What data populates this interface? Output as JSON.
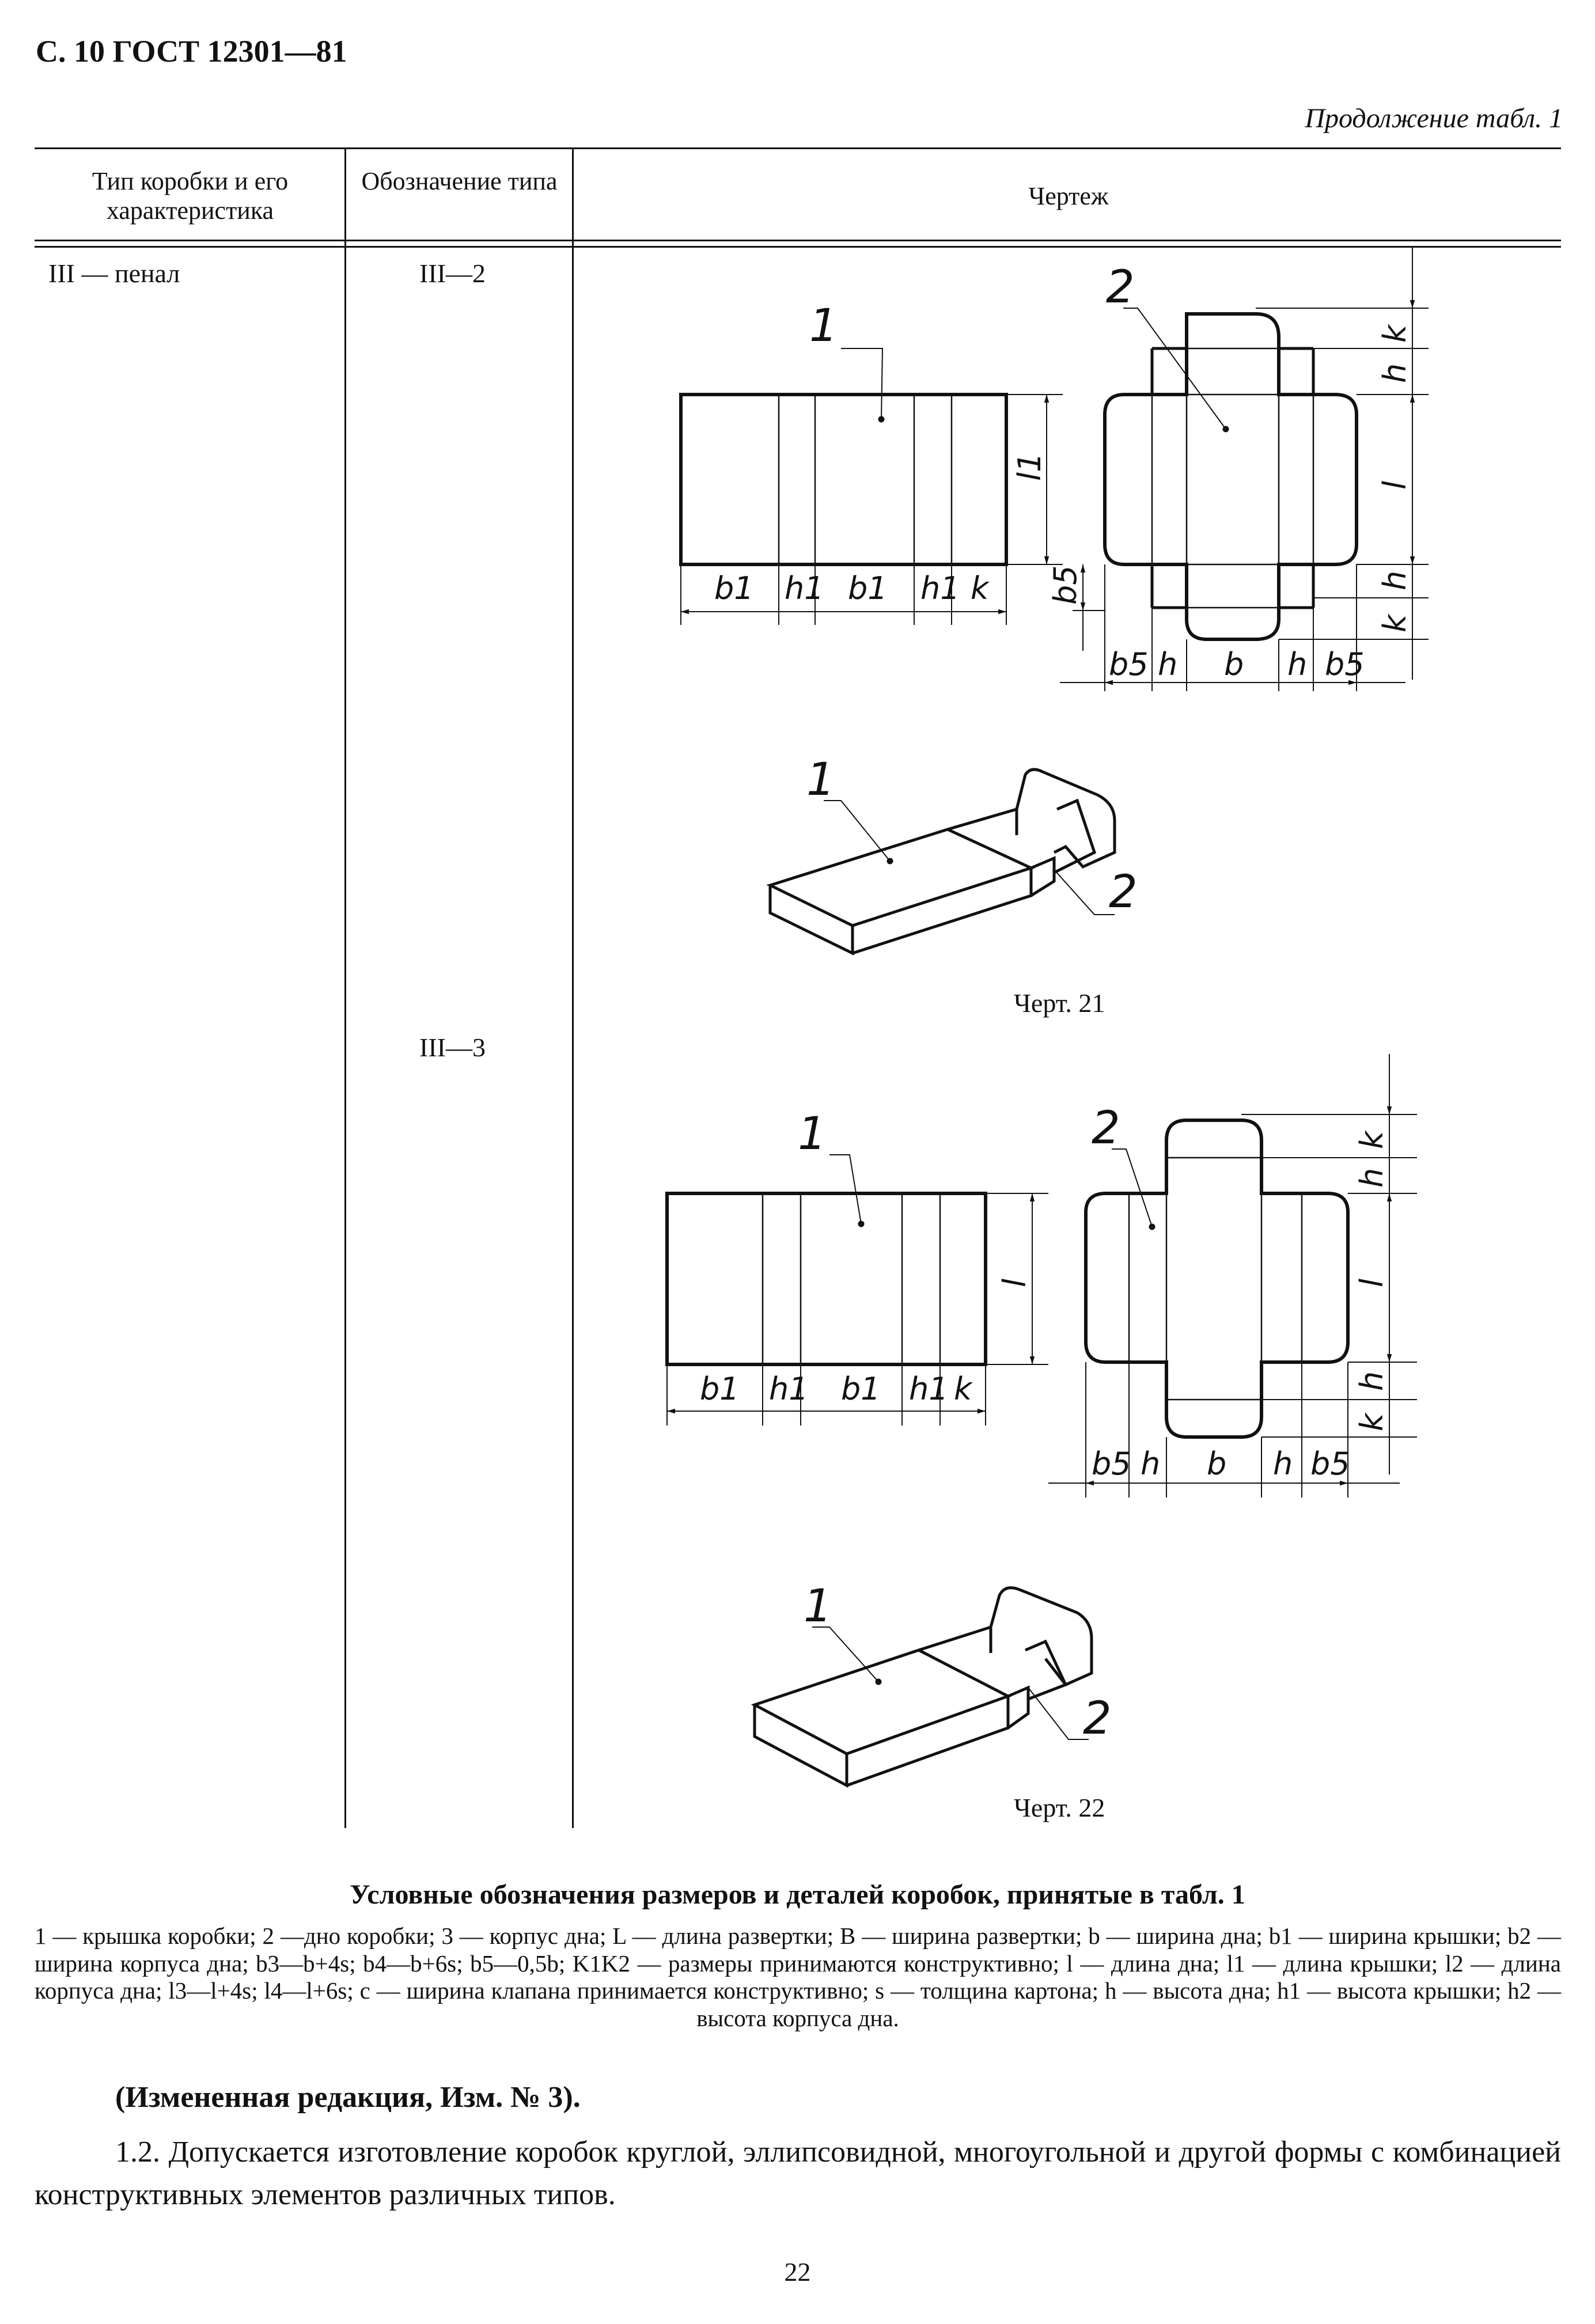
{
  "header": "С. 10 ГОСТ 12301—81",
  "continuation": "Продолжение табл. 1",
  "table": {
    "columns": [
      "Тип коробки и его характеристика",
      "Обозначение типа",
      "Чертеж"
    ],
    "row_type": "III — пенал",
    "designations": [
      "III—2",
      "III—3"
    ]
  },
  "drawings": [
    {
      "caption": "Черт. 21",
      "callouts": [
        "1",
        "2",
        "1",
        "2"
      ],
      "dim_labels_left": [
        "b1",
        "h1",
        "b1",
        "h1",
        "k",
        "l1",
        "b5"
      ],
      "dim_labels_right": [
        "b5",
        "h",
        "b",
        "h",
        "b5",
        "k",
        "h",
        "l",
        "h",
        "k"
      ]
    },
    {
      "caption": "Черт. 22",
      "callouts": [
        "1",
        "2",
        "1",
        "2"
      ],
      "dim_labels_left": [
        "b1",
        "h1",
        "b1",
        "h1",
        "k",
        "l"
      ],
      "dim_labels_right": [
        "b5",
        "h",
        "b",
        "h",
        "b5",
        "k",
        "h",
        "l",
        "h",
        "k"
      ]
    }
  ],
  "legend": {
    "title": "Условные обозначения размеров и деталей коробок, принятые в табл. 1",
    "text": "1 — крышка коробки; 2 —дно коробки; 3 — корпус дна; L — длина развертки; B — ширина развертки; b — ширина дна; b1 — ширина крышки; b2 — ширина корпуса дна; b3—b+4s; b4—b+6s; b5—0,5b; K1K2 — размеры принимаются конструктивно; l — длина дна; l1 — длина крышки; l2 — длина корпуса дна; l3—l+4s; l4—l+6s; c — ширина клапана принимается конструктивно; s — толщина картона; h — высота дна; h1 — высота крышки; h2 — высота корпуса дна."
  },
  "edition_note": "(Измененная редакция, Изм. № 3).",
  "paragraph": "1.2. Допускается изготовление коробок круглой, эллипсовидной, многоугольной и другой формы с комбинацией конструктивных элементов различных типов.",
  "page_number": "22"
}
